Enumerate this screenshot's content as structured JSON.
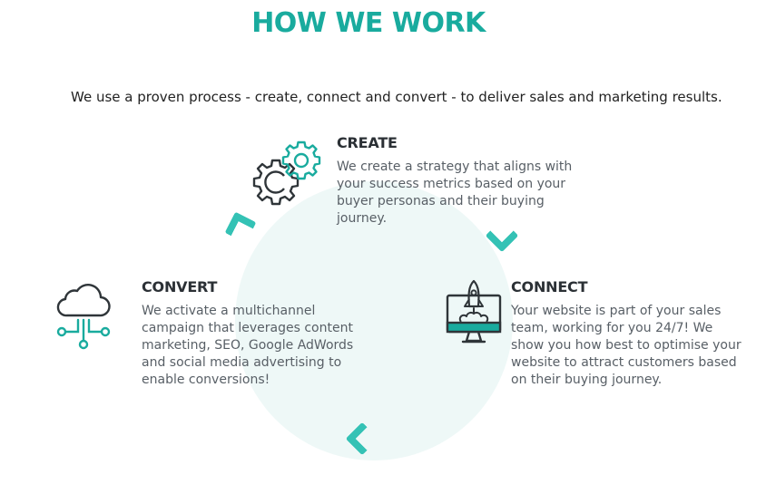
{
  "page": {
    "title": "HOW WE WORK",
    "intro": "We use a proven process - create, connect and convert - to deliver sales and marketing results."
  },
  "colors": {
    "accent": "#19ab9e",
    "arrow": "#34c2b5",
    "circle_bg": "#eef8f7",
    "heading_text": "#2b3035",
    "body_text": "#585f66",
    "icon_dark": "#2f3539"
  },
  "steps": {
    "create": {
      "icon": "gears-icon",
      "title": "CREATE",
      "text": "We create a strategy that aligns with your success metrics based on your buyer personas and their buying journey."
    },
    "convert": {
      "icon": "cloud-network-icon",
      "title": "CONVERT",
      "text": "We activate a multichannel campaign that leverages content marketing, SEO, Google AdWords and social media advertising to enable conversions!"
    },
    "connect": {
      "icon": "monitor-rocket-icon",
      "title": "CONNECT",
      "text": "Your website is part of your sales team, working for you 24/7! We show you how best to optimise your website to attract customers based on their buying journey."
    }
  }
}
